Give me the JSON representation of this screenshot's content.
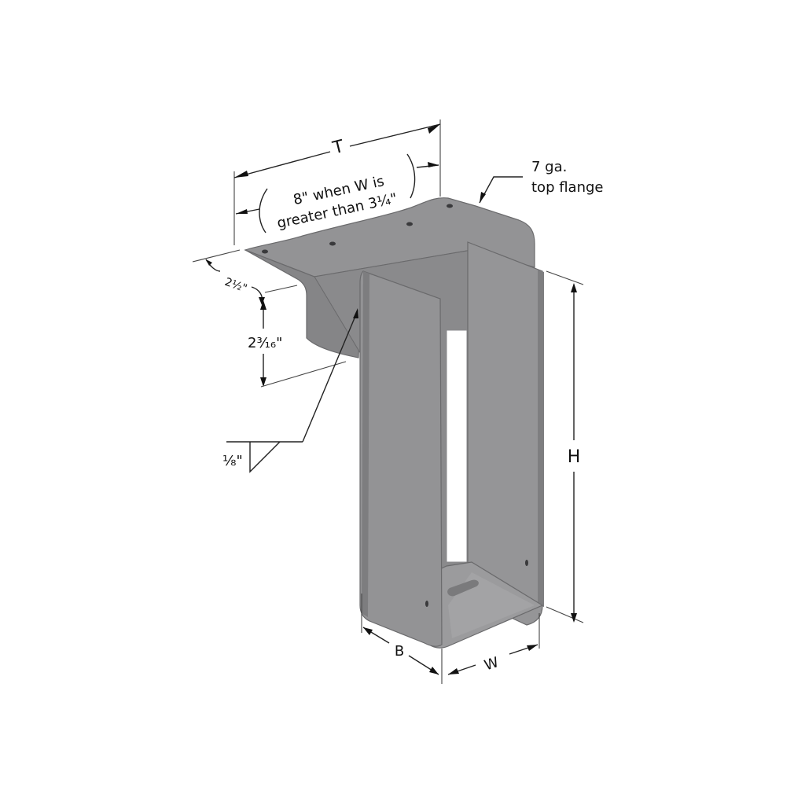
{
  "diagram": {
    "subject": "Top-flange joist hanger",
    "colors": {
      "body": "#8e8e90",
      "body_light": "#9a9a9c",
      "body_dark": "#7a7a7c",
      "edge": "#6a6a6c",
      "slot": "#ffffff",
      "line": "#222222"
    },
    "labels": {
      "T": "T",
      "T_note_line1": "8\" when W is",
      "T_note_line2": "greater than 3¼\"",
      "flange_line1": "7 ga.",
      "flange_line2": "top flange",
      "top_flange_depth": "2½\"",
      "drop": "2³⁄₁₆\"",
      "weld": "⅛\"",
      "H": "H",
      "B": "B",
      "W": "W"
    }
  }
}
